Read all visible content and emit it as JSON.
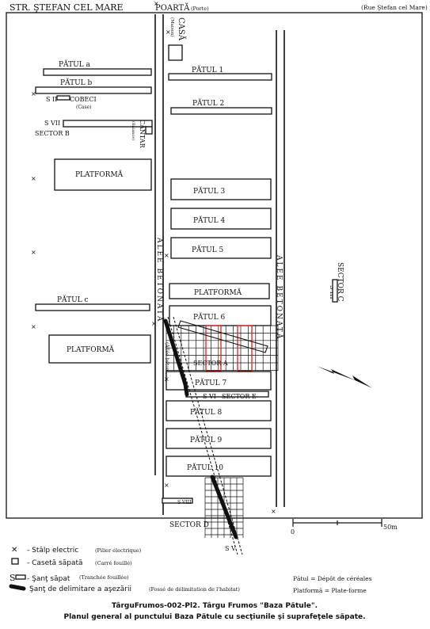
{
  "header": {
    "street_left": "STR. ŞTEFAN CEL MARE",
    "street_right": "(Rue Ştefan cel Mare)",
    "gate": "POARTĂ",
    "gate_fr": "(Porte)"
  },
  "features": {
    "casa": "CASĂ",
    "casa_fr": "(Maison)",
    "patul_a": "PĂTUL a",
    "patul_b": "PĂTUL b",
    "patul_c": "PĂTUL c",
    "cobeci": "COBECI",
    "cobeci_fr": "(Case)",
    "s_ii": "S II",
    "s_vii": "S VII",
    "sector_b": "SECTOR B",
    "cantar": "CÂNTAR",
    "cantar_fr": "(Balance)",
    "platforma_upper": "PLATFORMĂ",
    "platforma_lower": "PLATFORMĂ",
    "platforma_mid": "PLATFORMĂ",
    "patul_1": "PĂTUL 1",
    "patul_2": "PĂTUL 2",
    "patul_3": "PĂTUL 3",
    "patul_4": "PĂTUL 4",
    "patul_5": "PĂTUL 5",
    "patul_6": "PĂTUL 6",
    "patul_7": "PĂTUL 7",
    "patul_8": "PĂTUL 8",
    "patul_9": "PĂTUL 9",
    "patul_10": "PĂTUL 10",
    "sector_a": "SECTOR A",
    "s_vi": "S VI",
    "sector_e": "SECTOR E",
    "s_viii": "S VIII",
    "sector_d": "SECTOR D",
    "s_v": "S V",
    "sector_c": "SECTOR C",
    "s_iii": "S III",
    "alee_left": "ALEE BETONATĂ",
    "alee_left_fr": "(Allée bétonnée)",
    "alee_right": "ALEE BETONATĂ"
  },
  "scale": {
    "start": "0",
    "end": "50m"
  },
  "legend": {
    "stalp": "Stâlp electric",
    "stalp_fr": "(Pilier électrique)",
    "caseta": "Casetă săpată",
    "caseta_fr": "(Carré fouillé)",
    "sant": "Şanţ săpat",
    "sant_fr": "(Tranchée fouillée)",
    "delimitare": "Şanţ de delimitare a aşezării",
    "delimitare_fr": "(Fossé de délimitation de l'habitat)",
    "patul_note": "Pătul = Dépôt de céréales",
    "platforma_note": "Platformă = Plate-forme"
  },
  "caption": {
    "line1": "TârguFrumos-002-Pl2. Târgu Frumos \"Baza Pătule\".",
    "line2": "Planul general al punctului Baza Pătule cu secţiunile şi suprafeţele săpate."
  },
  "colors": {
    "ink": "#111111",
    "section_lines": "#e0201c",
    "paper": "#ffffff"
  }
}
